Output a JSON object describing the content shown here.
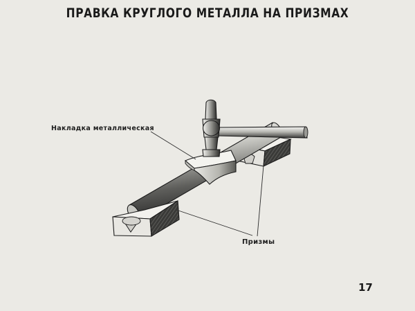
{
  "title": "ПРАВКА КРУГЛОГО МЕТАЛЛА НА ПРИЗМАХ",
  "labels": {
    "overlay": "Накладка металлическая",
    "prisms": "Призмы"
  },
  "page_number": "17",
  "icons": [
    "hammer-icon",
    "round-bar-icon",
    "metal-overlay-icon",
    "prism-block-icon"
  ],
  "colors": {
    "background": "#ebeae5",
    "ink": "#1a1a1a"
  }
}
